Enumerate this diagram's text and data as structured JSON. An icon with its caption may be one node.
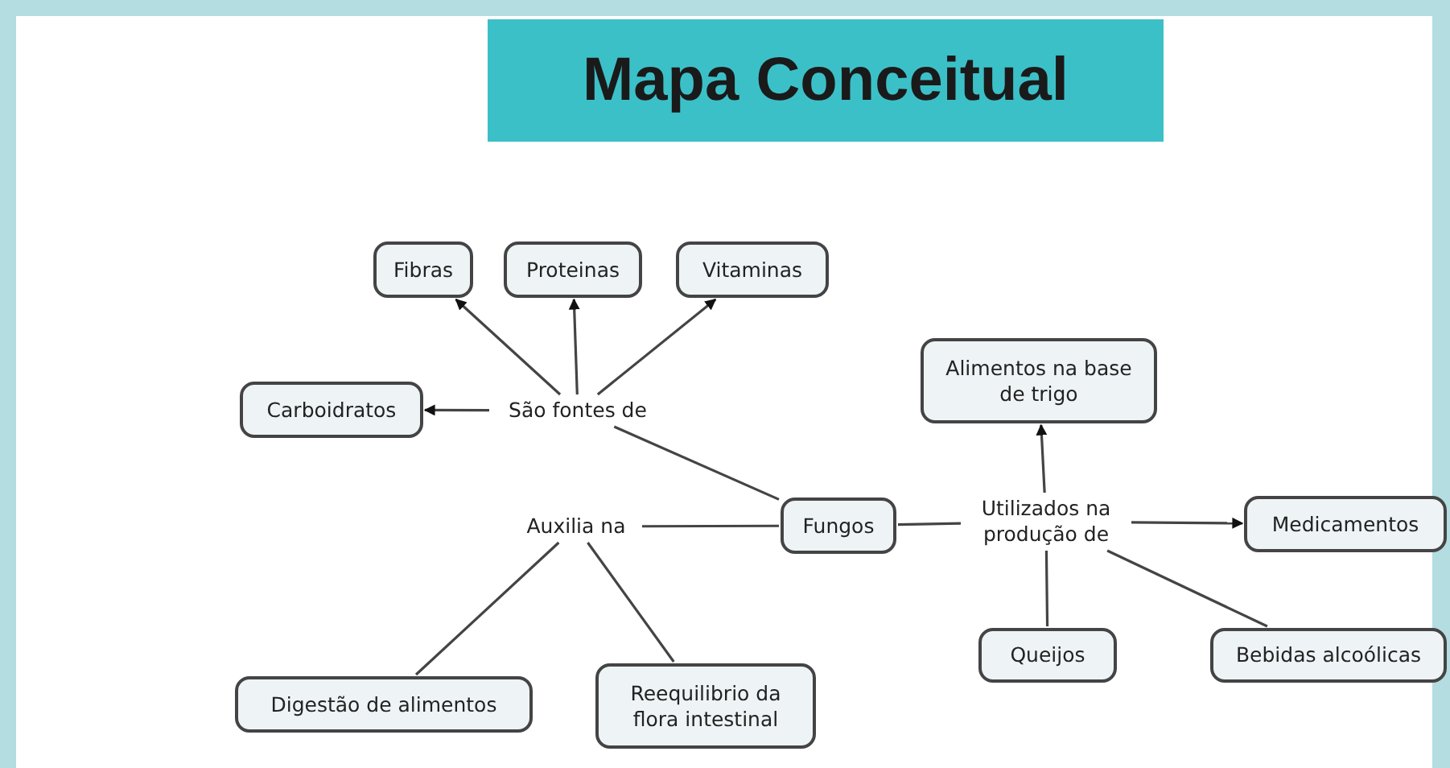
{
  "diagram": {
    "title": "Mapa Conceitual",
    "nodes": [
      {
        "text": [
          "Fibras"
        ]
      },
      {
        "text": [
          "Proteinas"
        ]
      },
      {
        "text": [
          "Vitaminas"
        ]
      },
      {
        "text": [
          "Alimentos na base de trigo"
        ]
      },
      {
        "text": [
          "Carboidratos"
        ]
      },
      {
        "text": [
          "São fontes de"
        ]
      },
      {
        "text": [
          "Utilizados na produção de"
        ]
      },
      {
        "text": [
          "Medicamentos"
        ]
      },
      {
        "text": [
          "Auxilia na"
        ]
      },
      {
        "text": [
          "Fungos"
        ]
      },
      {
        "text": [
          "Queijos"
        ]
      },
      {
        "text": [
          "Bebidas alcoólicas"
        ]
      },
      {
        "text": [
          "Digestão de alimentos"
        ]
      },
      {
        "text": [
          "Reequilibrio da flora intestinal"
        ]
      }
    ],
    "edges": [
      {
        "from": 5,
        "to": 0,
        "arrow": "to"
      },
      {
        "from": 5,
        "to": 1,
        "arrow": "to"
      },
      {
        "from": 5,
        "to": 2,
        "arrow": "to"
      },
      {
        "from": 5,
        "to": 4,
        "arrow": "to"
      },
      {
        "from": 9,
        "to": 5,
        "arrow": "none"
      },
      {
        "from": 9,
        "to": 8,
        "arrow": "none"
      },
      {
        "from": 8,
        "to": 12,
        "arrow": "none"
      },
      {
        "from": 8,
        "to": 13,
        "arrow": "none"
      },
      {
        "from": 9,
        "to": 6,
        "arrow": "none"
      },
      {
        "from": 6,
        "to": 3,
        "arrow": "to"
      },
      {
        "from": 6,
        "to": 7,
        "arrow": "to"
      },
      {
        "from": 6,
        "to": 10,
        "arrow": "none"
      },
      {
        "from": 6,
        "to": 11,
        "arrow": "none"
      }
    ]
  }
}
